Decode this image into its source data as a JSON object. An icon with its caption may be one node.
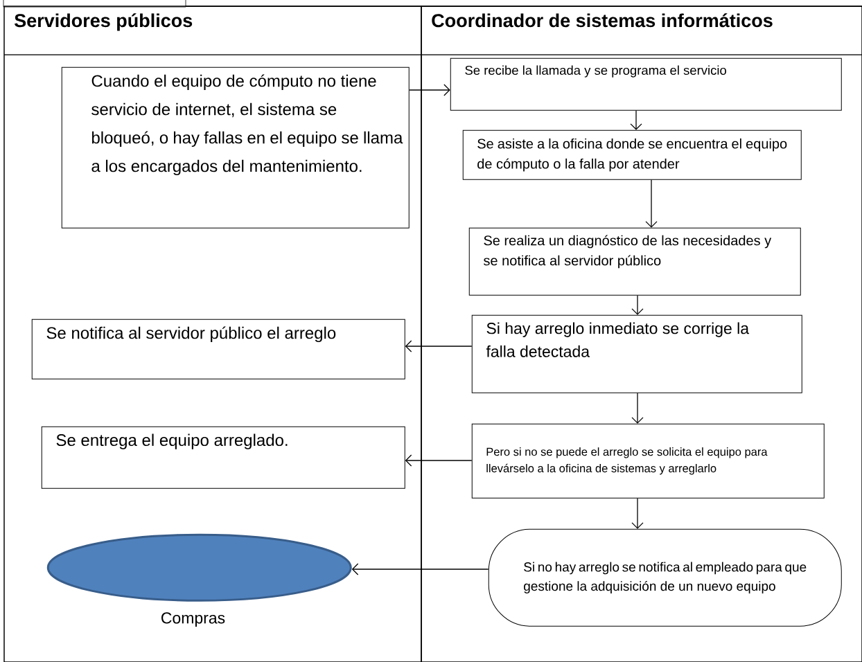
{
  "diagram": {
    "nodes": [
      {
        "text": [
          "Servidores públicos"
        ]
      },
      {
        "text": [
          "Coordinador de sistemas informáticos"
        ]
      },
      {
        "text": [
          "Cuando el equipo de cómputo no tiene servicio de internet, el sistema se bloqueó,  o hay fallas en el equipo se llama a los encargados del mantenimiento."
        ],
        "in": 0
      },
      {
        "text": [
          "Se recibe la llamada y se programa el servicio"
        ],
        "in": 1
      },
      {
        "text": [
          "Se asiste a la oficina donde se encuentra el equipo de cómputo o la falla por atender"
        ],
        "in": 1
      },
      {
        "text": [
          "Se realiza un diagnóstico de las necesidades y se notifica al servidor público"
        ],
        "in": 1
      },
      {
        "text": [
          "Se notifica al servidor público  el arreglo"
        ],
        "in": 0
      },
      {
        "text": [
          "Si hay arreglo inmediato se corrige la falla detectada"
        ],
        "in": 1
      },
      {
        "text": [
          "Se entrega el equipo arreglado."
        ],
        "in": 0
      },
      {
        "text": [
          "Pero si no se puede el arreglo se solicita el equipo para llevárselo a la oficina de sistemas  y arreglarlo"
        ],
        "in": 1
      },
      {
        "text": [],
        "shape": "ellipse",
        "beside": [
          "Compras"
        ],
        "in": 0
      },
      {
        "text": [
          "Si no hay arreglo se notifica al empleado para que gestione la adquisición de un nuevo equipo"
        ],
        "in": 1
      }
    ],
    "edges": [
      {
        "from": 2,
        "to": 3,
        "arrow": "to"
      },
      {
        "from": 3,
        "to": 4,
        "arrow": "to"
      },
      {
        "from": 4,
        "to": 5,
        "arrow": "to"
      },
      {
        "from": 5,
        "to": 7,
        "arrow": "to"
      },
      {
        "from": 7,
        "to": 6,
        "arrow": "to"
      },
      {
        "from": 7,
        "to": 9,
        "arrow": "to"
      },
      {
        "from": 9,
        "to": 8,
        "arrow": "to"
      },
      {
        "from": 9,
        "to": 11,
        "arrow": "to"
      },
      {
        "from": 11,
        "to": 10,
        "arrow": "to"
      }
    ]
  }
}
